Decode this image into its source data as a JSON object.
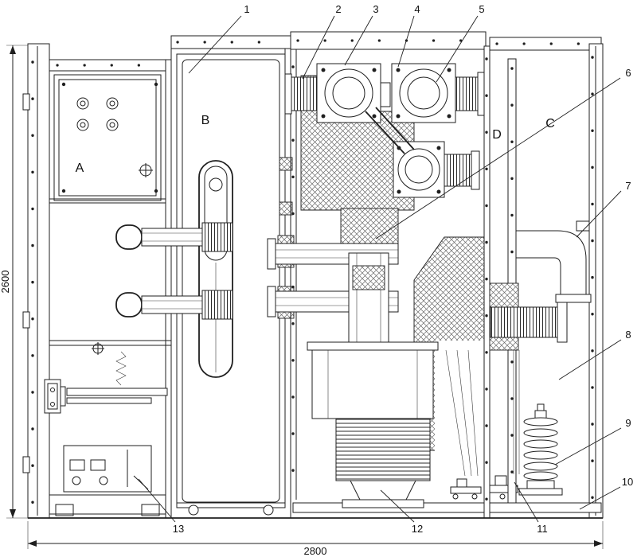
{
  "page": {
    "background": "#ffffff",
    "line_color": "#1f1f1f"
  },
  "drawing": {
    "dimensions": {
      "height": "2600",
      "width": "2800"
    },
    "compartments": {
      "a": "A",
      "b": "B",
      "c": "C",
      "d": "D"
    },
    "callouts": {
      "c1": "1",
      "c2": "2",
      "c3": "3",
      "c4": "4",
      "c5": "5",
      "c6": "6",
      "c7": "7",
      "c8": "8",
      "c9": "9",
      "c10": "10",
      "c11": "11",
      "c12": "12",
      "c13": "13"
    }
  }
}
